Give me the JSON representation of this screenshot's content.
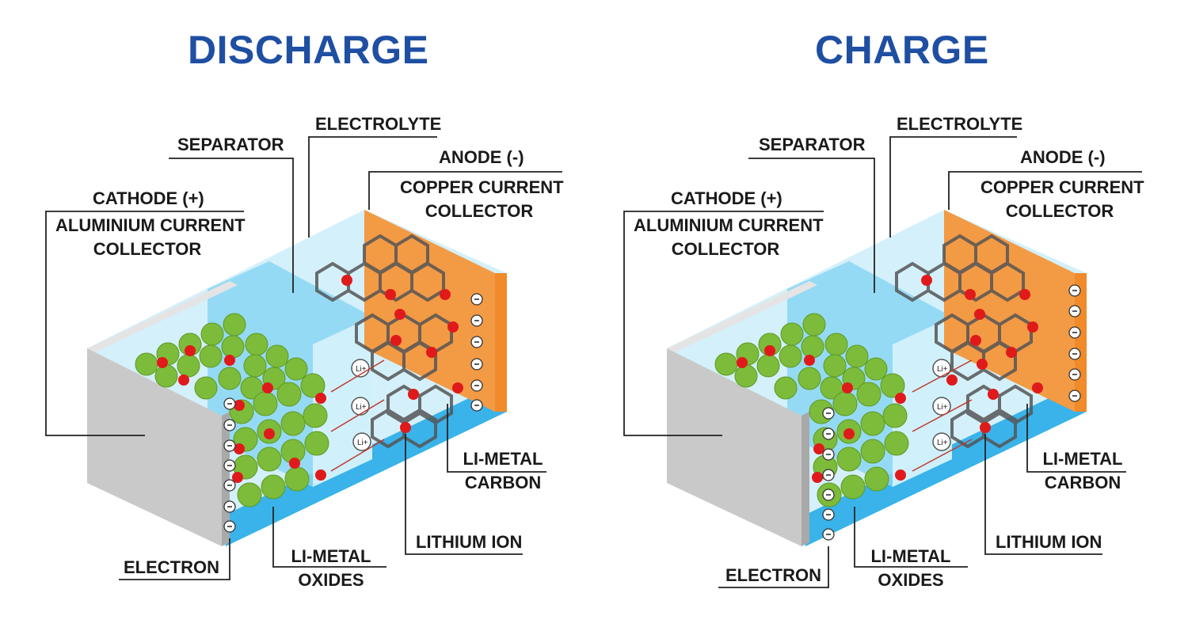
{
  "panels": [
    {
      "title": "DISCHARGE",
      "labels": {
        "electrolyte": "ELECTROLYTE",
        "separator": "SEPARATOR",
        "anode": "ANODE (-)",
        "copper": [
          "COPPER CURRENT",
          "COLLECTOR"
        ],
        "cathode": "CATHODE (+)",
        "aluminium": [
          "ALUMINIUM CURRENT",
          "COLLECTOR"
        ],
        "li_metal_carbon": [
          "LI-METAL",
          "CARBON"
        ],
        "lithium_ion": "LITHIUM ION",
        "electron": "ELECTRON",
        "li_metal_oxides": [
          "LI-METAL",
          "OXIDES"
        ]
      },
      "li_badge": "Li+"
    },
    {
      "title": "CHARGE",
      "labels": {
        "electrolyte": "ELECTROLYTE",
        "separator": "SEPARATOR",
        "anode": "ANODE (-)",
        "copper": [
          "COPPER CURRENT",
          "COLLECTOR"
        ],
        "cathode": "CATHODE (+)",
        "aluminium": [
          "ALUMINIUM CURRENT",
          "COLLECTOR"
        ],
        "li_metal_carbon": [
          "LI-METAL",
          "CARBON"
        ],
        "lithium_ion": "LITHIUM ION",
        "electron": "ELECTRON",
        "li_metal_oxides": [
          "LI-METAL",
          "OXIDES"
        ]
      },
      "li_badge": "Li+"
    }
  ],
  "colors": {
    "title": "#1f4fa3",
    "cathode_front": "#c9c9c9",
    "cathode_top": "#e4e4e4",
    "electrolyte": "#bfe8f8",
    "electrolyte_bottom": "#39b3ea",
    "separator": "#8ad6f3",
    "anode": "#f39a45",
    "anode_edge": "#f08a2a",
    "li_metal_oxide": "#7dbb3b",
    "lithium_ion": "#e01a1a",
    "graphite": "#555555"
  }
}
